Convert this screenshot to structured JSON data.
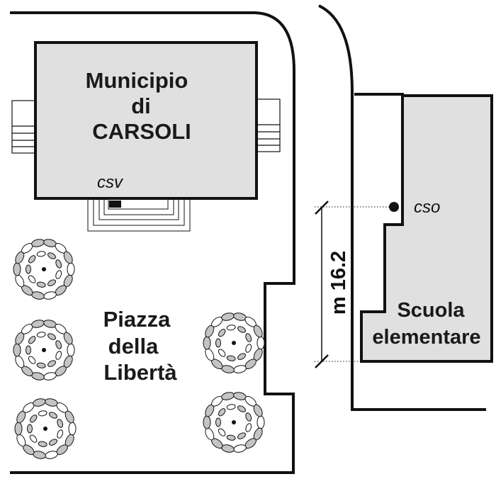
{
  "map": {
    "town_hall": {
      "line1": "Municipio",
      "line2": "di",
      "line3": "CARSOLI"
    },
    "square": {
      "line1": "Piazza",
      "line2": "della",
      "line3": "Libertà"
    },
    "school": {
      "line1": "Scuola",
      "line2": "elementare"
    },
    "station_csv": "csv",
    "station_cso": "cso",
    "distance": "m 16.2"
  },
  "colors": {
    "building_fill": "#e0e0e0",
    "outline": "#111111",
    "tree_leaf_fill": "#c4c4c4",
    "background": "#ffffff"
  },
  "icons": [
    "tree-icon",
    "station-marker-icon"
  ]
}
